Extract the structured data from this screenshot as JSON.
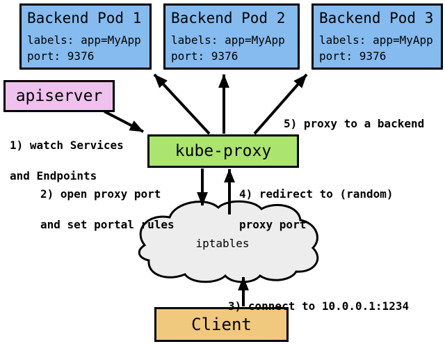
{
  "nodes": {
    "pod1": {
      "title": "Backend Pod 1",
      "line1": "labels: app=MyApp",
      "line2": "port: 9376"
    },
    "pod2": {
      "title": "Backend Pod 2",
      "line1": "labels: app=MyApp",
      "line2": "port: 9376"
    },
    "pod3": {
      "title": "Backend Pod 3",
      "line1": "labels: app=MyApp",
      "line2": "port: 9376"
    },
    "apiserver": {
      "label": "apiserver"
    },
    "kubeProxy": {
      "label": "kube-proxy"
    },
    "iptables": {
      "label": "iptables"
    },
    "client": {
      "label": "Client"
    }
  },
  "annotations": {
    "step1": {
      "line1": "1) watch Services",
      "line2": "and Endpoints"
    },
    "step2": {
      "line1": "2) open proxy port",
      "line2": "and set portal rules"
    },
    "step3": {
      "line1": "3) connect to 10.0.0.1:1234"
    },
    "step4": {
      "line1": "4) redirect to (random)",
      "line2": "proxy port"
    },
    "step5": {
      "line1": "5) proxy to a backend"
    }
  },
  "colors": {
    "pod_fill": "#85bbef",
    "apiserver_fill": "#eec1ee",
    "kube_proxy_fill": "#abe46f",
    "client_fill": "#f0c87e",
    "cloud_fill": "#ededed",
    "line": "#000000",
    "background": "#ffffff"
  }
}
